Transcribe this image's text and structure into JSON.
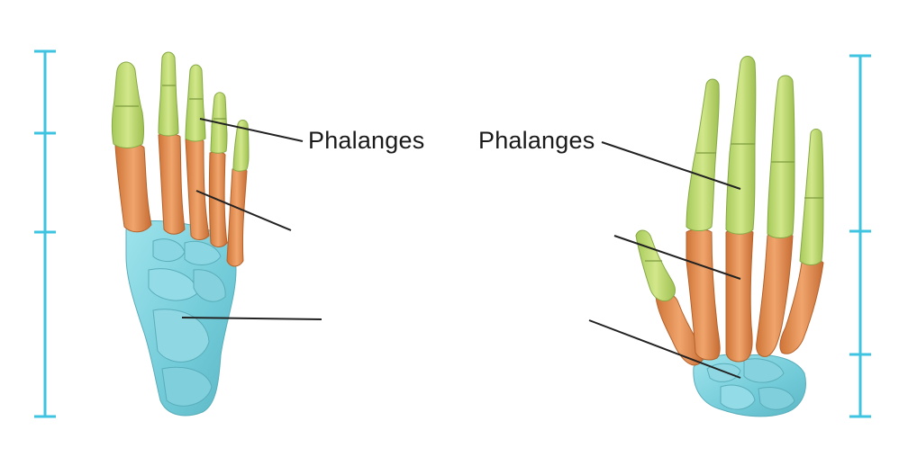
{
  "labels": {
    "foot_phalanges": "Phalanges",
    "hand_phalanges": "Phalanges"
  },
  "colors": {
    "phalanges": "#b9d76a",
    "metatarsals_metacarpals": "#e08a4e",
    "tarsals_carpals": "#7fd0dc",
    "scale_bar": "#3ec3e0",
    "leader_line": "#222222"
  },
  "icons": {
    "foot": "foot-bones-illustration",
    "hand": "hand-bones-illustration"
  }
}
